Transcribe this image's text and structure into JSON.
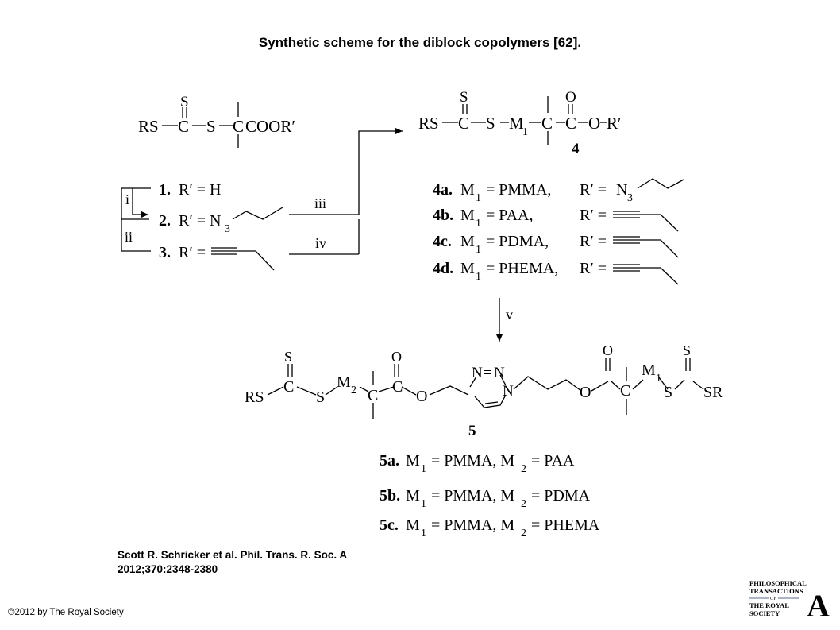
{
  "title": "Synthetic scheme for the diblock copolymers [62].",
  "citation": {
    "line1": "Scott R. Schricker et al. Phil. Trans. R. Soc. A",
    "line2": "2012;370:2348-2380"
  },
  "copyright": "©2012 by The Royal Society",
  "logo": {
    "line1": "PHILOSOPHICAL",
    "line2": "TRANSACTIONS",
    "line3": "OF",
    "line4": "THE ROYAL",
    "line5": "SOCIETY",
    "letter": "A"
  },
  "scheme": {
    "start": {
      "rs": "RS",
      "c": "C",
      "s": "S",
      "cooR": "COOR′"
    },
    "product4": {
      "rs": "RS",
      "s": "S",
      "m": "M",
      "msub": "1",
      "c": "C",
      "o": "O",
      "r": "R′",
      "number": "4"
    },
    "reagents": {
      "i": "i",
      "ii": "ii",
      "iii": "iii",
      "iv": "iv",
      "v": "v"
    },
    "compounds": [
      {
        "id": "1.",
        "text": "R′ = H"
      },
      {
        "id": "2.",
        "text": "R′ = N",
        "sub": "3"
      },
      {
        "id": "3.",
        "text": "R′ ="
      }
    ],
    "series4": [
      {
        "id": "4a.",
        "m": "M",
        "sub": "1",
        "val": "= PMMA,",
        "r": "R′ =",
        "n": "N",
        "nsub": "3"
      },
      {
        "id": "4b.",
        "m": "M",
        "sub": "1",
        "val": "= PAA,",
        "r": "R′ ="
      },
      {
        "id": "4c.",
        "m": "M",
        "sub": "1",
        "val": "= PDMA,",
        "r": "R′ ="
      },
      {
        "id": "4d.",
        "m": "M",
        "sub": "1",
        "val": "= PHEMA,",
        "r": "R′ ="
      }
    ],
    "product5": {
      "rs": "RS",
      "s1": "S",
      "m2": "M",
      "m2sub": "2",
      "c1": "C",
      "o1": "O",
      "o2": "O",
      "n1": "N",
      "eq": "=",
      "n2": "N",
      "n3": "N",
      "o3": "O",
      "o4": "O",
      "c2": "C",
      "m1": "M",
      "m1sub": "1",
      "s2": "S",
      "sr": "SR",
      "stop1": "S",
      "stop2": "S",
      "number": "5"
    },
    "series5": [
      {
        "id": "5a.",
        "text": "M",
        "s1": "1",
        "mid": "= PMMA, M",
        "s2": "2",
        "end": "= PAA"
      },
      {
        "id": "5b.",
        "text": "M",
        "s1": "1",
        "mid": "= PMMA, M",
        "s2": "2",
        "end": "= PDMA"
      },
      {
        "id": "5c.",
        "text": "M",
        "s1": "1",
        "mid": "= PMMA, M",
        "s2": "2",
        "end": "= PHEMA"
      }
    ]
  }
}
